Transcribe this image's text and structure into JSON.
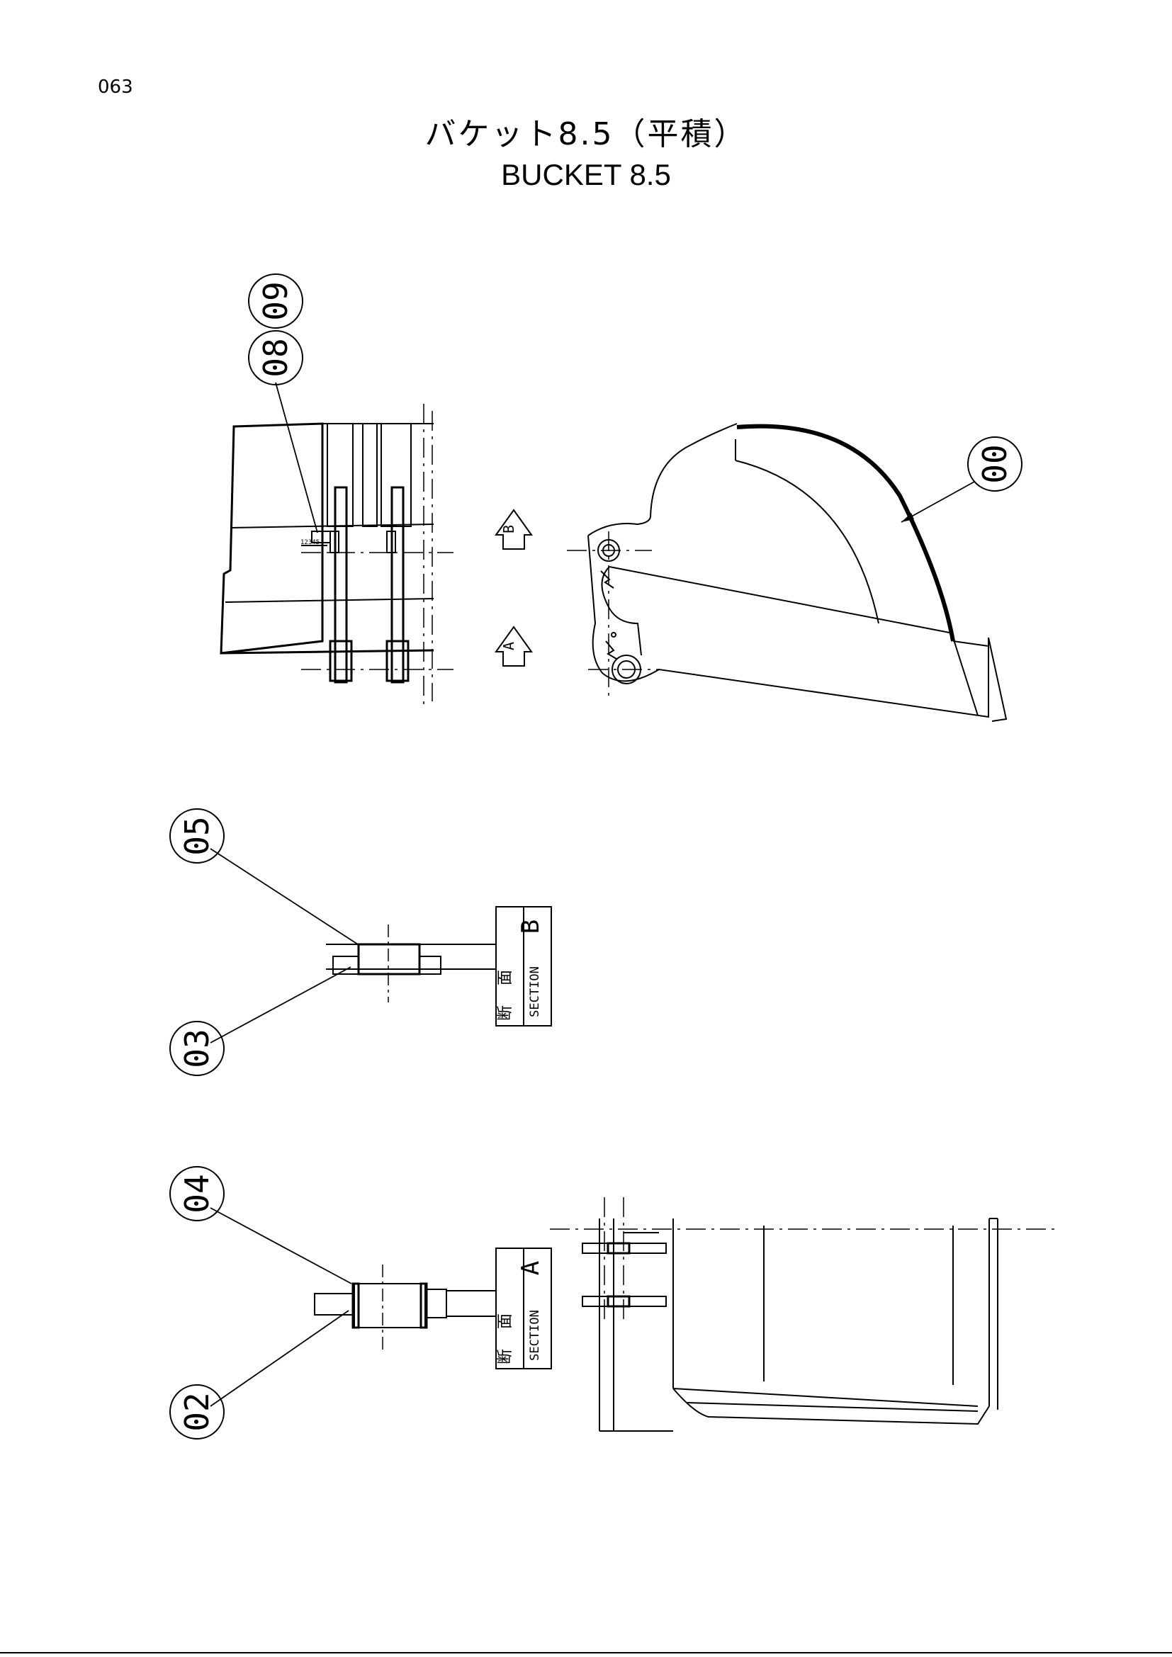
{
  "page": {
    "number": "063"
  },
  "title": {
    "japanese": "バケット8.5（平積）",
    "english": "BUCKET 8.5"
  },
  "callouts": [
    {
      "id": "callout-09",
      "label": "09"
    },
    {
      "id": "callout-08",
      "label": "08"
    },
    {
      "id": "callout-00",
      "label": "00"
    },
    {
      "id": "callout-05",
      "label": "05"
    },
    {
      "id": "callout-03",
      "label": "03"
    },
    {
      "id": "callout-04",
      "label": "04"
    },
    {
      "id": "callout-02",
      "label": "02"
    }
  ],
  "view_markers": {
    "b": "B",
    "a": "A"
  },
  "sections": {
    "b": {
      "kanji_1": "断",
      "kanji_2": "面",
      "word": "SECTION",
      "letter": "B"
    },
    "a": {
      "kanji_1": "断",
      "kanji_2": "面",
      "word": "SECTION",
      "letter": "A"
    }
  }
}
